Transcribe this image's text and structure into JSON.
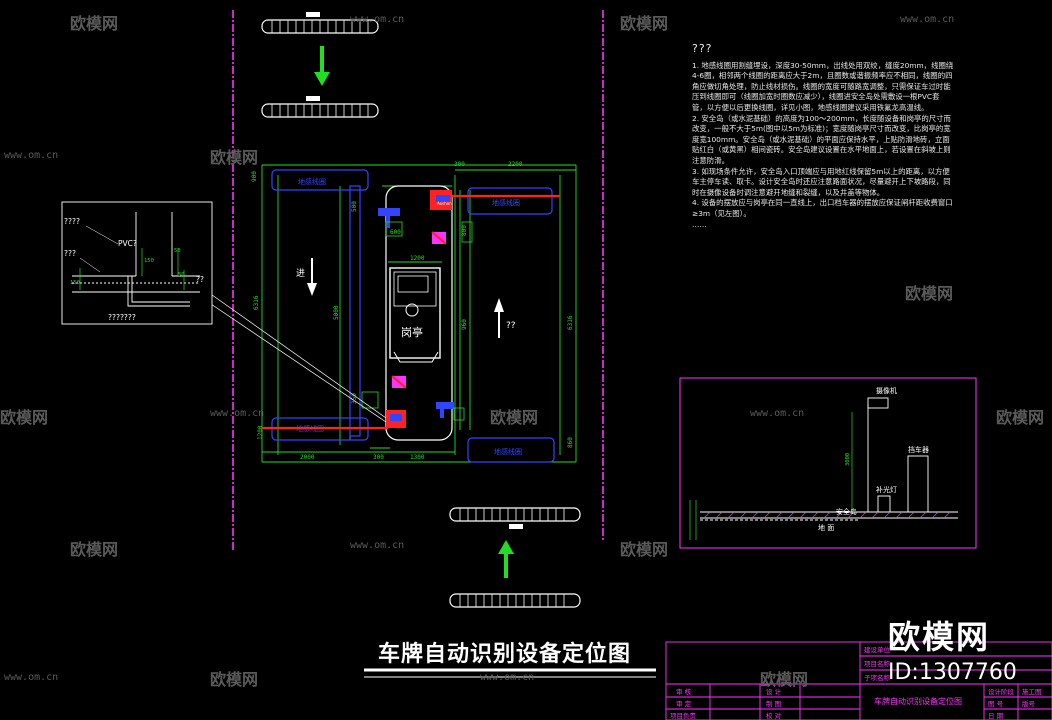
{
  "drawing_title": "车牌自动识别设备定位图",
  "notes": {
    "heading": "???",
    "items": [
      "1. 地感线圈用割缝埋设，深度30-50mm，出线处用双绞，缝度20mm，线圈绕4-6圈，相邻两个线圈的距离应大于2m，且圈数或谐振频率应不相同，线圈的四角应做切角处理，防止线材损伤。线圈的宽度可随路宽调整，只需保证车过时能压到线圈即可（线圈加宽时圈数应减少），线圈进安全岛处需敷设一根PVC套管，以方便以后更换线圈，详见小图，地感线圈建议采用铁氟龙高温线。",
      "2. 安全岛（或水泥基础）的高度为100～200mm，长度随设备和岗亭的尺寸而改变，一般不大于5m(图中以5m为标准)；宽度随岗亭尺寸而改变，比岗亭的宽度宽100mm。安全岛（或水泥基础）的平面应保持水平，上贴防滑地砖，立面贴红白（或黄黑）相间瓷砖。安全岛建议设置在水平地面上，若设置在斜坡上则注意防滑。",
      "3. 如现场条件允许，安全岛入口顶端应与用地红线保留5m以上的距离，以方便车主停车读、取卡。设计安全岛时还应注意路面状况，尽量避开上下坡路段，同时在摄像设备时调注意避开地缝和裂缝，以及井盖等物体。",
      "4. 设备的摆放应与岗亭在同一直线上，出口档车器的摆放应保证闸杆距收费窗口≥3m（见左图）。",
      "……"
    ]
  },
  "plan": {
    "booth": "岗亭",
    "booth_icon": "booth-chair-icon",
    "arrow_in": "进",
    "arrow_out": "??",
    "dims": {
      "top_left": "900",
      "top_mid": "300",
      "top_right": "2200",
      "bottom_left": "2000",
      "bottom_mid": "300",
      "bottom_right": "1300",
      "left_total": "6316",
      "right_total": "6316",
      "inner_h": "5000",
      "booth_w": "1200",
      "small_a": "500",
      "small_b": "600",
      "small_c": "800",
      "small_d": "350",
      "small_e": "960",
      "small_f": "1200",
      "small_g": "860"
    },
    "loop_labels": [
      "地感线圈",
      "地感线圈",
      "地感线圈",
      "地感线圈"
    ],
    "device_label": "Aoshen"
  },
  "detail_left": {
    "label_top": "????",
    "pvc": "PVC?",
    "label_mid": "???",
    "label_right": "??",
    "label_bottom": "???????",
    "d1": "50",
    "d2": "150",
    "d3": "150",
    "d4": "50"
  },
  "detail_right": {
    "camera": "摄像机",
    "barrier": "挡车器",
    "light": "补光灯",
    "island": "安全岛",
    "ground": "地 面",
    "height": "3000"
  },
  "titleblock": {
    "rows": [
      [
        "审 核",
        "设 计"
      ],
      [
        "审 定",
        "制 图"
      ],
      [
        "项目负责",
        "校 对"
      ]
    ],
    "project_rows": [
      "建设单位",
      "项目名称",
      "子项名称"
    ],
    "drawing_name": "车牌自动识别设备定位图",
    "right_cells": [
      "设计阶段",
      "施工图",
      "图 号",
      "版号",
      "日 期"
    ]
  },
  "watermark": {
    "brand": "欧模网",
    "url": "www.om.cn",
    "id": "ID:1307760"
  },
  "colors": {
    "green": "#22dd22",
    "magenta": "#ff33ff",
    "blue": "#3344ff",
    "red": "#ff2222",
    "white": "#ffffff",
    "cyan": "#55ddff"
  }
}
